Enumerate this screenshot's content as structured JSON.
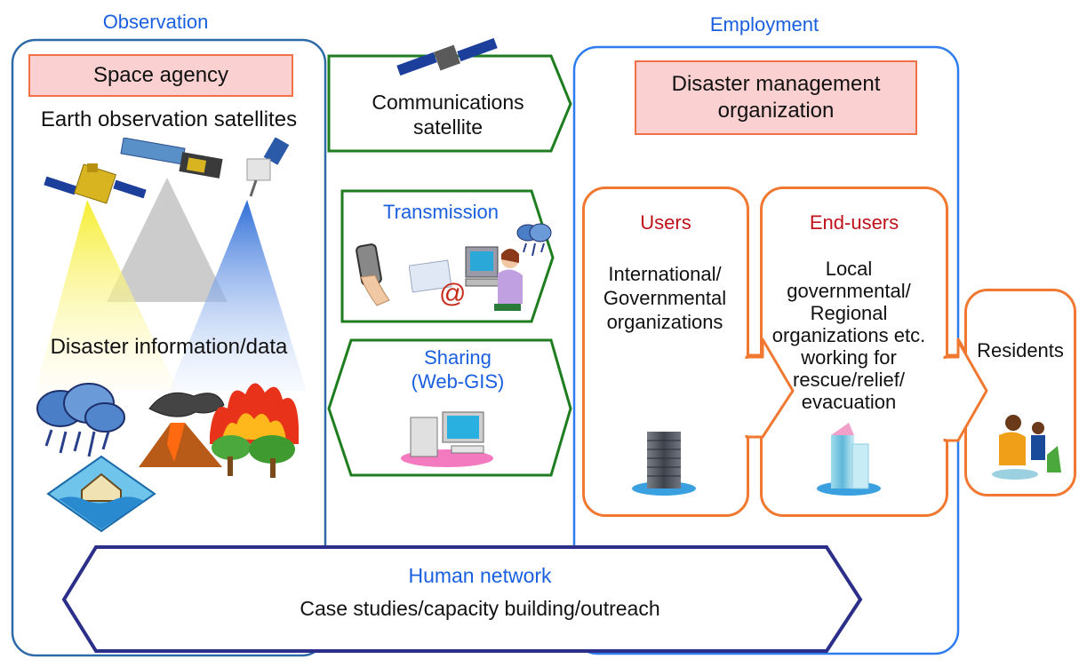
{
  "observation": {
    "header": "Observation",
    "agency": "Space agency",
    "satellites_label": "Earth observation satellites",
    "disaster_label": "Disaster information/data",
    "icons": [
      "satellite-icon",
      "satellite-icon",
      "satellite-icon",
      "rain-cloud-icon",
      "volcano-icon",
      "wildfire-icon",
      "flood-icon"
    ]
  },
  "middle": {
    "comsat": "Communications satellite",
    "transmission": "Transmission",
    "sharing_line1": "Sharing",
    "sharing_line2": "(Web-GIS)",
    "icons": [
      "satellite-icon",
      "mobile-phone-icon",
      "email-icon",
      "computer-user-icon",
      "rain-cloud-icon",
      "computer-icon"
    ]
  },
  "employment": {
    "header": "Employment",
    "org": "Disaster management organization",
    "users_title": "Users",
    "users_body": "International/ Governmental organizations",
    "endusers_title": "End-users",
    "endusers_body": "Local governmental/ Regional organizations etc. working for rescue/relief/ evacuation",
    "residents": "Residents",
    "icons": [
      "office-building-icon",
      "office-building-icon",
      "family-icon"
    ]
  },
  "network": {
    "title": "Human network",
    "subtitle": "Case studies/capacity building/outreach"
  },
  "colors": {
    "observation_border": "#2f6aa8",
    "employment_border": "#2d7cf0",
    "arrow_green": "#1e7d1e",
    "network_border": "#2b2f8a",
    "orange": "#f07830",
    "pink_fill": "#fbd0d0",
    "blue_text": "#1a5fe0",
    "red_text": "#c0121b"
  }
}
